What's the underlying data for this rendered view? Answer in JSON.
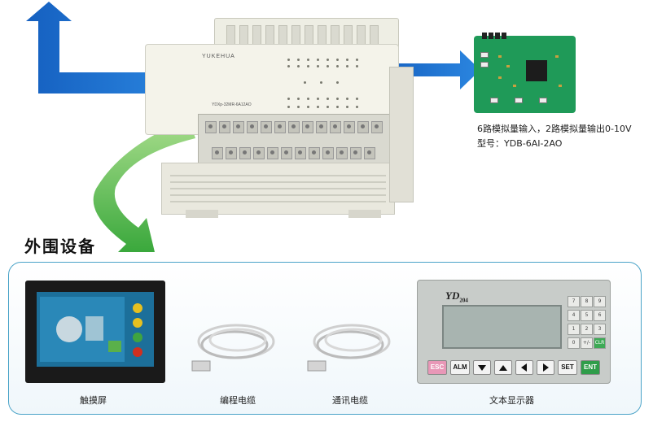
{
  "plc": {
    "brand": "YUKEHUA",
    "model": "YDXp-32MR-6A12AO"
  },
  "module": {
    "spec_line1": "6路模拟量输入，2路模拟量输出0-10V",
    "spec_line2": "型号：YDB-6AI-2AO"
  },
  "section_title": "外围设备",
  "peripherals": [
    {
      "label": "触摸屏"
    },
    {
      "label": "编程电缆"
    },
    {
      "label": "通讯电缆"
    },
    {
      "label": "文本显示器"
    }
  ],
  "text_display": {
    "logo": "YD",
    "logo_sub": "204",
    "keys": [
      "ESC",
      "ALM",
      "SET",
      "ENT"
    ],
    "keypad": [
      "7",
      "8",
      "9",
      "4",
      "5",
      "6",
      "1",
      "2",
      "3",
      "0",
      "+/-",
      "CLR"
    ]
  },
  "colors": {
    "arrow_blue": "#1f6fc8",
    "arrow_green": "#56b94a",
    "panel_border": "#4aa3c8"
  }
}
